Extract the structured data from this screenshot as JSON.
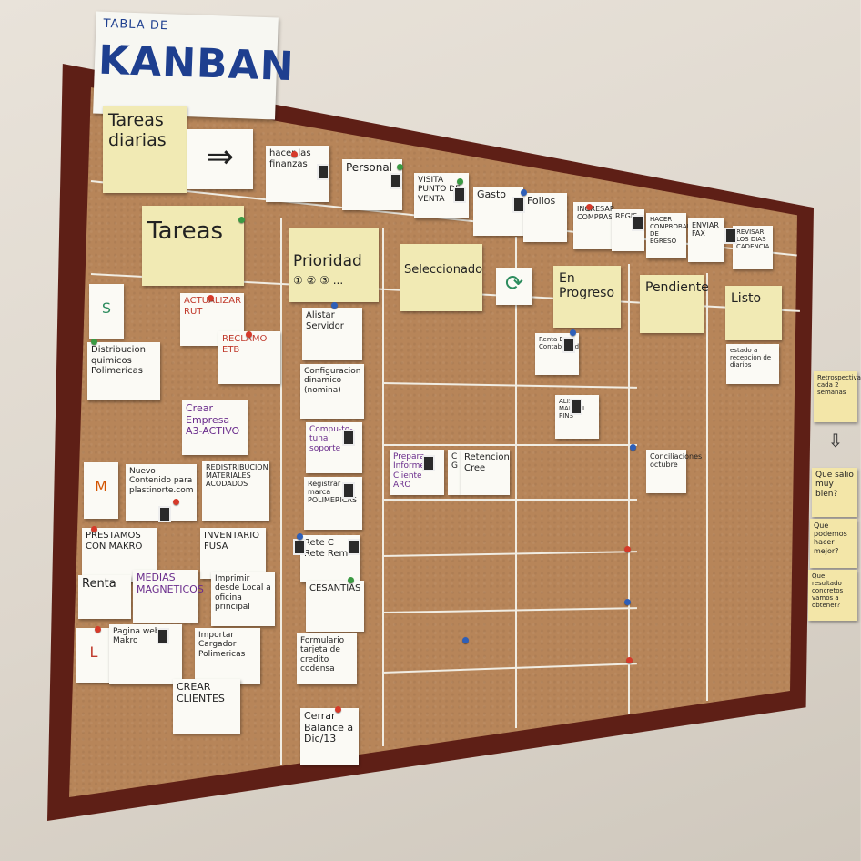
{
  "title": {
    "small": "TABLA DE",
    "big": "KANBAN"
  },
  "header_row": {
    "daily": "Tareas diarias",
    "items": [
      "hacer las finanzas",
      "Personal",
      "VISITA PUNTO DE VENTA",
      "Gasto",
      "Folios",
      "INGRESAR COMPRAS",
      "REGIS",
      "HACER COMPROBANTE DE EGRESO",
      "ENVIAR FAX",
      "REVISAR LOS DIAS CADENCIA"
    ]
  },
  "columns": {
    "tareas": "Tareas",
    "prioridad": "Prioridad",
    "prioridad_sub": "① ② ③ ...",
    "seleccionado": "Seleccionado",
    "en_progreso": "En Progreso",
    "pendiente": "Pendiente",
    "listo": "Listo"
  },
  "tareas_notes": [
    "S",
    "ACTUALIZAR RUT",
    "RECLAMO ETB",
    "Distribucion quimicos Polimericas",
    "Crear Empresa A3-ACTIVO",
    "M",
    "Nuevo Contenido para plastinorte.com",
    "REDISTRIBUCION MATERIALES ACODADOS",
    "PRESTAMOS CON MAKRO",
    "INVENTARIO FUSA",
    "Renta",
    "MEDIAS MAGNETICOS",
    "Imprimir desde Local a oficina principal",
    "L",
    "Pagina web Makro",
    "Importar Cargador Polimericas",
    "CREAR CLIENTES"
  ],
  "prioridad_notes": [
    "Alistar Servidor",
    "Configuracion dinamico (nomina)",
    "Compu-to-tuna soporte",
    "Registrar marca POLIMERICAS",
    "Rete C Rete Rem",
    "CESANTIAS",
    "Formulario tarjeta de credito codensa",
    "Cerrar Balance a Dic/13"
  ],
  "seleccionado_notes": [
    "Prepara Informe Cliente ARO",
    "C G",
    "Retencion Cree"
  ],
  "progreso_notes": [
    "Renta Back Contabilidad",
    "ALIS... MANUAL... PINS"
  ],
  "pendiente_notes": [
    "Conciliaciones octubre"
  ],
  "listo_notes": [
    "estado a recepcion de diarios"
  ],
  "retro": {
    "title": "Retrospectiva cada 2 semanas",
    "q1": "Que salio muy bien?",
    "q2": "Que podemos hacer mejor?",
    "q3": "Que resultado concretos vamos a obtener?"
  }
}
